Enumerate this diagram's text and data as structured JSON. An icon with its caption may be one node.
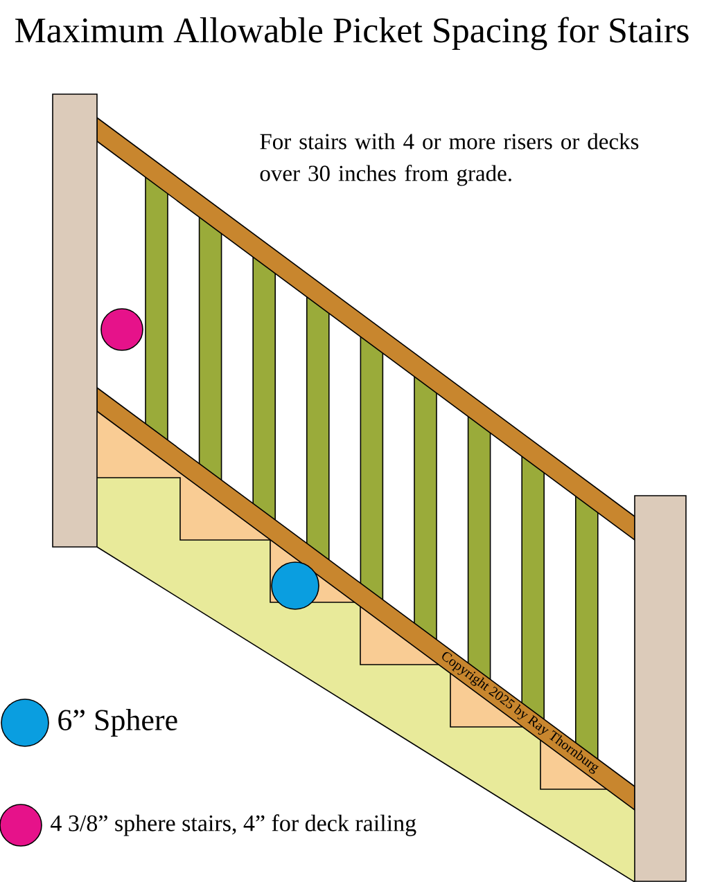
{
  "diagram": {
    "title": "Maximum Allowable Picket Spacing for Stairs",
    "labels": [
      "For stairs with 4 or more risers or decks over 30 inches from grade.",
      "Copyright 2025 by Ray Thornburg"
    ],
    "legend": [
      {
        "text": "6” Sphere",
        "color": "#0a9ee0"
      },
      {
        "text": "4 3/8” sphere stairs, 4” for deck railing",
        "color": "#e6128a"
      }
    ]
  }
}
